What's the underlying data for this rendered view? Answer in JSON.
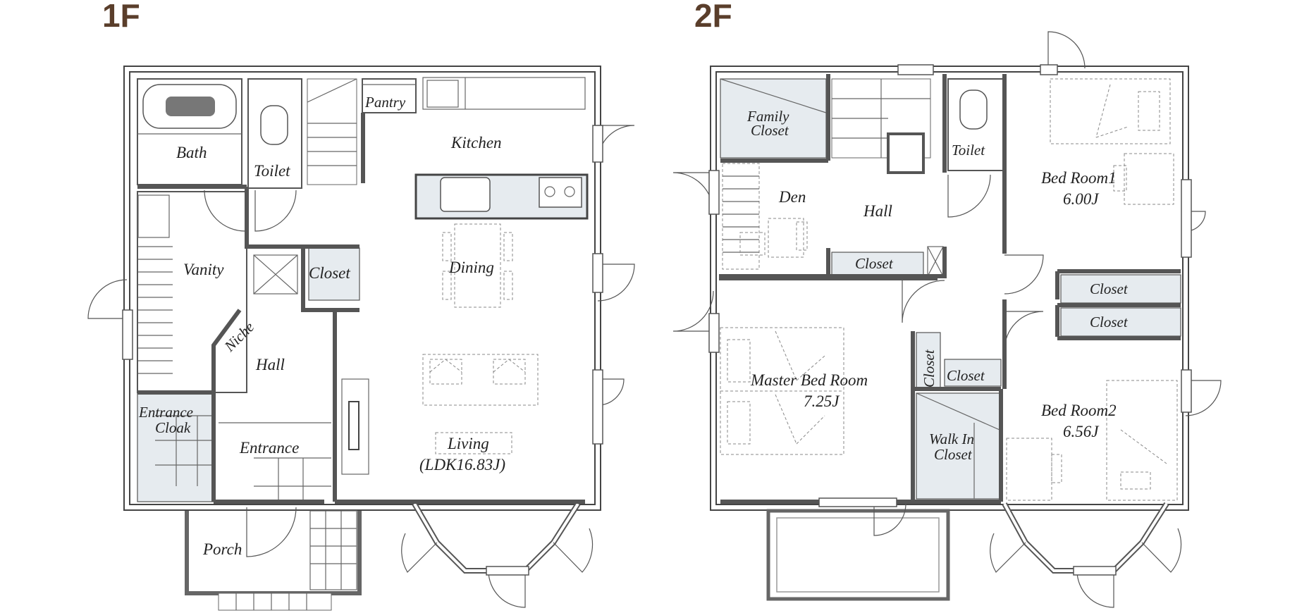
{
  "floors": {
    "f1": {
      "label": "1F",
      "rooms": {
        "bath": "Bath",
        "toilet": "Toilet",
        "pantry": "Pantry",
        "kitchen": "Kitchen",
        "vanity": "Vanity",
        "closet": "Closet",
        "dining": "Dining",
        "niche": "Niche",
        "hall": "Hall",
        "entrance_cloak_1": "Entrance",
        "entrance_cloak_2": "Cloak",
        "entrance": "Entrance",
        "living_1": "Living",
        "living_2": "(LDK16.83J)",
        "porch": "Porch"
      }
    },
    "f2": {
      "label": "2F",
      "rooms": {
        "family_closet_1": "Family",
        "family_closet_2": "Closet",
        "toilet": "Toilet",
        "bed_room1_1": "Bed Room1",
        "bed_room1_2": "6.00J",
        "den": "Den",
        "hall": "Hall",
        "closet_hall": "Closet",
        "closet_a": "Closet",
        "closet_b": "Closet",
        "master_1": "Master Bed Room",
        "master_2": "7.25J",
        "closet_vertical": "Closet",
        "closet_small": "Closet",
        "walk_in_1": "Walk In",
        "walk_in_2": "Closet",
        "bed_room2_1": "Bed Room2",
        "bed_room2_2": "6.56J"
      }
    }
  },
  "colors": {
    "floor_label": "#5a3e2b",
    "closet_fill": "#e6ebef",
    "wall": "#cfcfcf"
  }
}
